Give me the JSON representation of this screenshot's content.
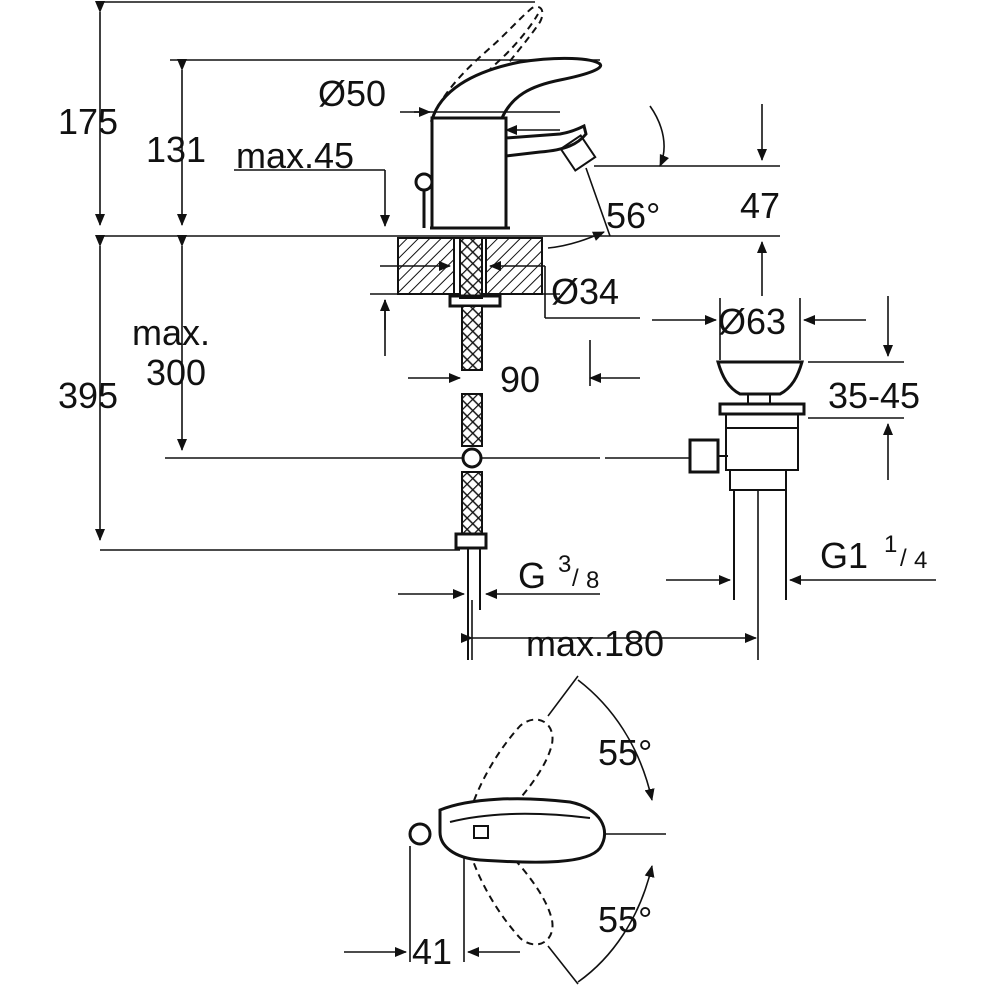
{
  "dimensions": {
    "total_height": "175",
    "spout_height": "131",
    "max_deck": "max.45",
    "outlet_diameter": "Ø50",
    "aerator_height": "47",
    "aerator_angle": "56°",
    "deck_hole": "Ø34",
    "below_deck_max_label": "max.",
    "below_deck_max_value": "300",
    "total_below": "395",
    "drain_offset": "90",
    "waste_diameter": "Ø63",
    "waste_range": "35-45",
    "connection_left_main": "G",
    "connection_left_sup": "3",
    "connection_left_sub": "8",
    "connection_right_main": "G1",
    "connection_right_sup": "1",
    "connection_right_sub": "4",
    "rod_length": "max.180",
    "lever_angle_top": "55°",
    "lever_angle_bottom": "55°",
    "lever_offset": "41"
  }
}
